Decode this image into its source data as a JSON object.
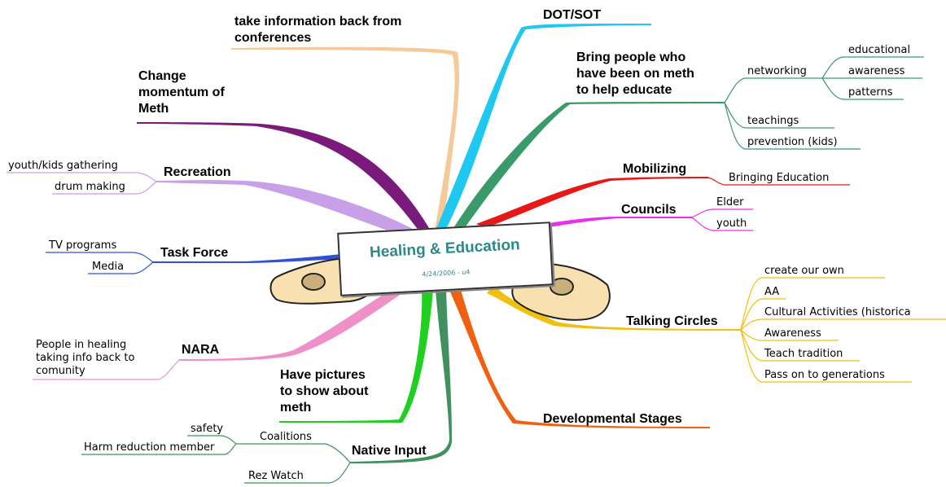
{
  "center": {
    "title": "Healing & Education",
    "date": "4/24/2006 - u4"
  },
  "branches": {
    "conferences": "take information back from\nconferences",
    "dot_sot": "DOT/SOT",
    "bring_people": "Bring people who\nhave been on meth\nto help educate",
    "change_momentum": "Change\nmomentum of\nMeth",
    "recreation": "Recreation",
    "task_force": "Task Force",
    "nara": "NARA",
    "mobilizing": "Mobilizing",
    "councils": "Councils",
    "talking_circles": "Talking Circles",
    "have_pictures": "Have pictures\nto show about\nmeth",
    "developmental": "Developmental Stages",
    "native_input": "Native Input"
  },
  "subtopics": {
    "networking": "networking",
    "educational": "educational",
    "awareness": "awareness",
    "patterns": "patterns",
    "teachings": "teachings",
    "prevention": "prevention (kids)",
    "bringing_education": "Bringing Education",
    "elder": "Elder",
    "youth": "youth",
    "youth_gathering": "youth/kids gathering",
    "drum_making": "drum making",
    "tv_programs": "TV programs",
    "media": "Media",
    "nara_people": "People in healing\ntaking info back to\ncomunity",
    "create_own": "create our own",
    "aa": "AA",
    "cultural": "Cultural Activities (historica",
    "tc_awareness": "Awareness",
    "teach_tradition": "Teach tradition",
    "pass_on": "Pass on to generations",
    "coalitions": "Coalitions",
    "safety": "safety",
    "harm_reduction": "Harm reduction member",
    "rez_watch": "Rez Watch"
  },
  "colors": {
    "conferences": "#f6c99a",
    "dot_sot": "#1ec8f0",
    "bring_people": "#3a9a6a",
    "change_momentum": "#7a1a7a",
    "recreation": "#c8a0e8",
    "task_force": "#3050d8",
    "nara": "#f090c8",
    "mobilizing": "#e81818",
    "councils": "#e830e8",
    "talking_circles": "#f0c010",
    "have_pictures": "#20d020",
    "developmental": "#f06010",
    "native_input": "#409060",
    "card_title": "#2a8a8a"
  }
}
